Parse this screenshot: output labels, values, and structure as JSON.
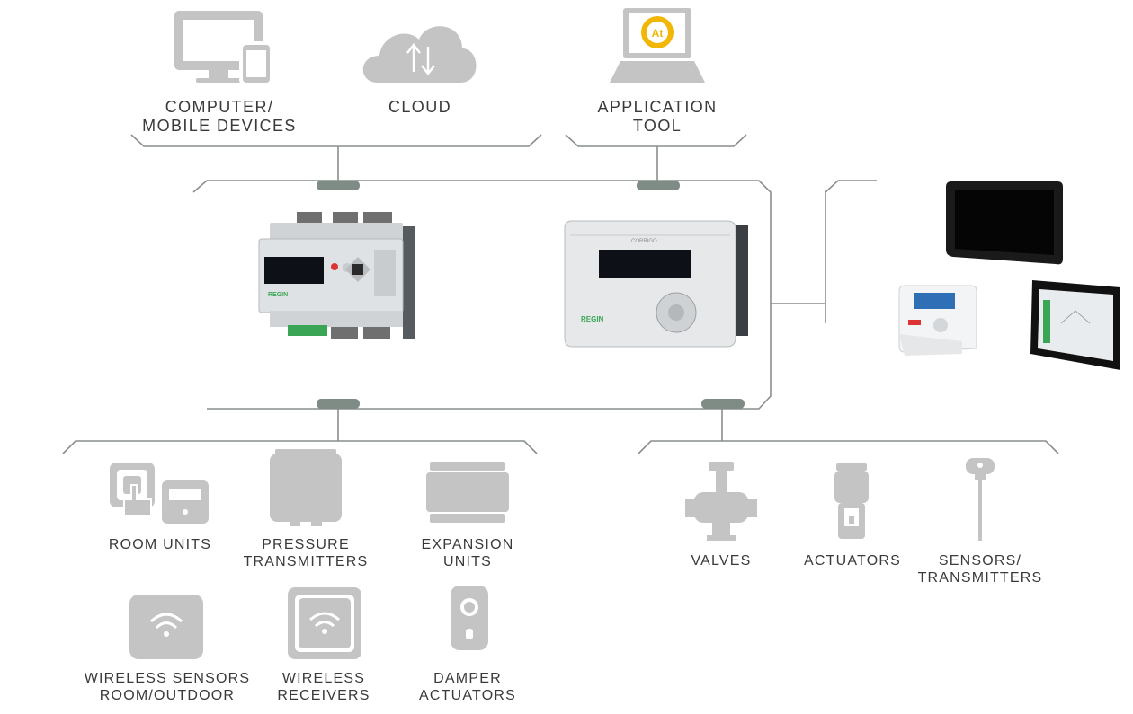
{
  "colors": {
    "line": "#8a8f8c",
    "connector_tab": "#7f8c86",
    "icon_gray": "#c4c4c4",
    "label_text": "#3a3a3a",
    "screen_black": "#111111",
    "display_blue": "#2e6fb5",
    "logo_yellow": "#f2b705",
    "terminal_green": "#3aa655"
  },
  "top_group": {
    "computer": {
      "icon": "monitor-and-phone-icon",
      "label_lines": [
        "COMPUTER/",
        "MOBILE DEVICES"
      ]
    },
    "cloud": {
      "icon": "cloud-upload-download-icon",
      "label_lines": [
        "CLOUD"
      ]
    },
    "application_tool": {
      "icon": "laptop-application-tool-icon",
      "logo_text": "At",
      "label_lines": [
        "APPLICATION",
        "TOOL"
      ]
    }
  },
  "controllers": {
    "din_controller": {
      "icon": "din-rail-controller-icon",
      "brand": "REGIN"
    },
    "corrigo_controller": {
      "icon": "corrigo-controller-icon",
      "brand": "REGIN",
      "model_text": "CORRIGO"
    }
  },
  "displays": {
    "items": [
      {
        "icon": "black-touch-panel-icon"
      },
      {
        "icon": "white-room-display-icon"
      },
      {
        "icon": "black-framed-touch-display-icon"
      }
    ]
  },
  "bottom_left": {
    "items": [
      {
        "icon": "room-units-icon",
        "label_lines": [
          "ROOM UNITS"
        ]
      },
      {
        "icon": "pressure-transmitter-icon",
        "label_lines": [
          "PRESSURE",
          "TRANSMITTERS"
        ]
      },
      {
        "icon": "expansion-unit-icon",
        "label_lines": [
          "EXPANSION",
          "UNITS"
        ]
      },
      {
        "icon": "wireless-sensor-icon",
        "label_lines": [
          "WIRELESS SENSORS",
          "ROOM/OUTDOOR"
        ]
      },
      {
        "icon": "wireless-receiver-icon",
        "label_lines": [
          "WIRELESS",
          "RECEIVERS"
        ]
      },
      {
        "icon": "damper-actuator-icon",
        "label_lines": [
          "DAMPER",
          "ACTUATORS"
        ]
      }
    ]
  },
  "bottom_right": {
    "items": [
      {
        "icon": "valve-icon",
        "label_lines": [
          "VALVES"
        ]
      },
      {
        "icon": "actuator-icon",
        "label_lines": [
          "ACTUATORS"
        ]
      },
      {
        "icon": "sensor-probe-icon",
        "label_lines": [
          "SENSORS/",
          "TRANSMITTERS"
        ]
      }
    ]
  }
}
